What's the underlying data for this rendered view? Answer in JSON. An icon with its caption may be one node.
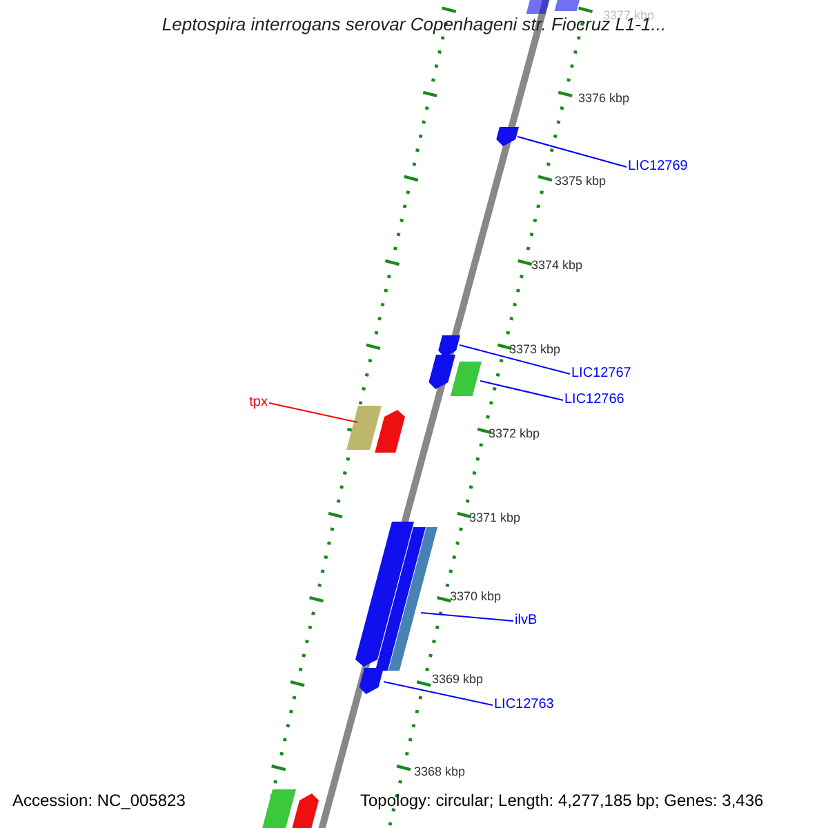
{
  "diagram": {
    "title": "Leptospira interrogans serovar Copenhageni str. Fiocruz L1-1...",
    "nodes": [
      {
        "text": [
          "LIC12769"
        ]
      },
      {
        "text": [],
        "shape": "bar"
      },
      {
        "text": [
          "LIC12767"
        ]
      },
      {
        "text": [],
        "shape": "bar"
      },
      {
        "text": [
          "LIC12766"
        ]
      },
      {
        "text": [],
        "shape": "bar"
      },
      {
        "text": [
          "tpx"
        ]
      },
      {
        "text": [],
        "shape": "bar"
      },
      {
        "text": [
          "ilvB"
        ]
      },
      {
        "text": [],
        "shape": "bar"
      },
      {
        "text": [
          "LIC12763"
        ]
      },
      {
        "text": [],
        "shape": "bar"
      },
      {
        "text": [],
        "shape": "bar"
      },
      {
        "text": [],
        "shape": "bar"
      },
      {
        "text": [],
        "shape": "bar"
      },
      {
        "text": [],
        "shape": "bar"
      },
      {
        "text": [],
        "shape": "bar"
      },
      {
        "text": [],
        "shape": "bar"
      },
      {
        "text": [],
        "shape": "bar"
      },
      {
        "text": [],
        "shape": "bar"
      }
    ],
    "edges": [
      {
        "from": 0,
        "to": 1,
        "arrow": "none"
      },
      {
        "from": 2,
        "to": 3,
        "arrow": "none"
      },
      {
        "from": 4,
        "to": 5,
        "arrow": "none"
      },
      {
        "from": 6,
        "to": 7,
        "arrow": "none",
        "color": "#ff0000"
      },
      {
        "from": 8,
        "to": 9,
        "arrow": "none"
      },
      {
        "from": 10,
        "to": 11,
        "arrow": "none"
      }
    ],
    "labels": [
      "3377 kbp",
      "3376 kbp",
      "3375 kbp",
      "3374 kbp",
      "3373 kbp",
      "3372 kbp",
      "3371 kbp",
      "3370 kbp",
      "3369 kbp",
      "3368 kbp",
      "Accession: NC_005823",
      "Topology: circular; Length: 4,277,185 bp; Genes: 3,436"
    ]
  }
}
